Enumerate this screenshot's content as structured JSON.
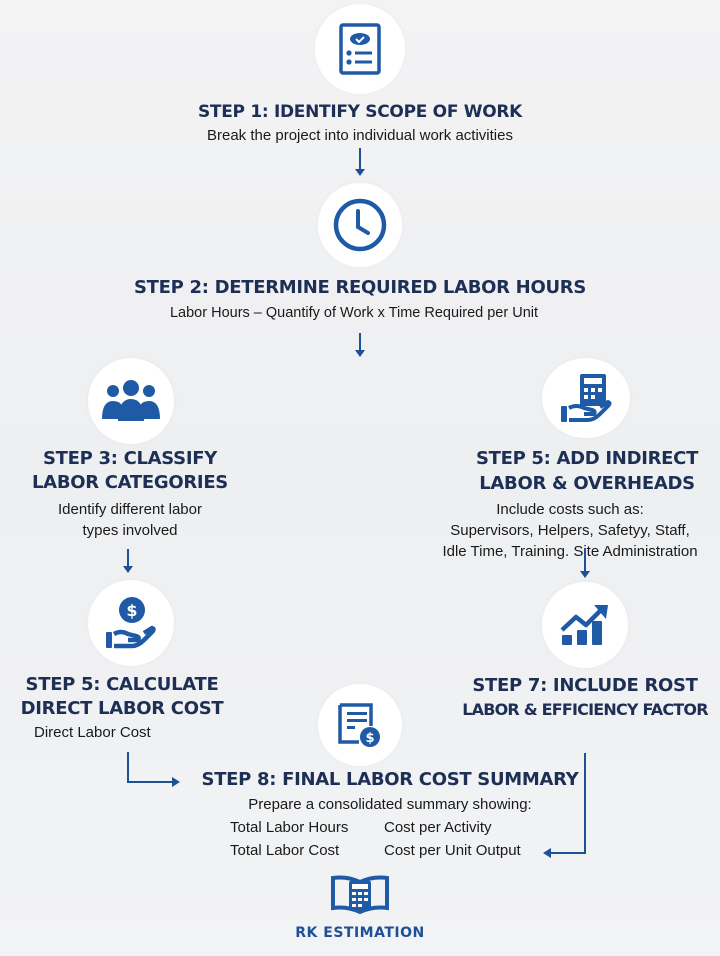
{
  "colors": {
    "accent": "#1f5aa6",
    "title": "#1d2f55",
    "background": "#f1f2f3",
    "circle": "#ffffff"
  },
  "steps": [
    {
      "icon": "checklist-document-icon",
      "title": "STEP 1: IDENTIFY SCOPE OF WORK",
      "description": "Break the project into individual work activities"
    },
    {
      "icon": "clock-icon",
      "title": "STEP 2: DETERMINE REQUIRED LABOR HOURS",
      "description": "Labor Hours – Quantify of Work x Time Required per Unit"
    },
    {
      "icon": "people-group-icon",
      "title_line1": "STEP 3: CLASSIFY",
      "title_line2": "LABOR CATEGORIES",
      "description_line1": "Identify different labor",
      "description_line2": "types involved"
    },
    {
      "icon": "calculator-hand-icon",
      "title_line1": "STEP 5: ADD INDIRECT",
      "title_line2": "LABOR & OVERHEADS",
      "description_line1": "Include costs such as:",
      "description_line2": "Supervisors, Helpers, Safetyy, Staff,",
      "description_line3": "Idle Time, Training. Site Administration"
    },
    {
      "icon": "money-hand-icon",
      "title_line1": "STEP 5: CALCULATE",
      "title_line2": "DIRECT LABOR COST",
      "description": "Direct Labor Cost"
    },
    {
      "icon": "growth-chart-icon",
      "title_line1": "STEP 7: INCLUDE ROST",
      "title_line2": "LABOR & EFFICIENCY FACTOR"
    },
    {
      "icon": "invoice-dollar-icon",
      "title": "STEP 8: FINAL LABOR COST SUMMARY",
      "description": "Prepare a consolidated summary showing:",
      "items": [
        [
          "Total Labor Hours",
          "Cost per Activity"
        ],
        [
          "Total Labor Cost",
          "Cost per Unit Output"
        ]
      ]
    }
  ],
  "brand": {
    "icon": "book-calculator-logo-icon",
    "name": "RK ESTIMATION"
  }
}
